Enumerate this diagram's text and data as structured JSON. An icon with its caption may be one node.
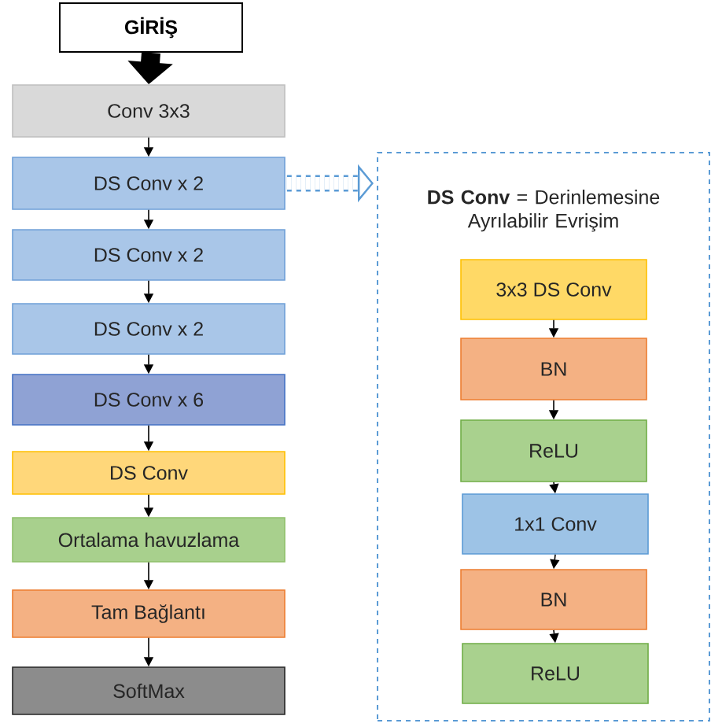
{
  "diagram": {
    "nodes": [
      {
        "text": [
          "GİRİŞ"
        ]
      },
      {
        "text": [
          "Conv 3x3"
        ]
      },
      {
        "text": [
          "DS Conv x 2"
        ]
      },
      {
        "text": [
          "DS Conv x 2"
        ]
      },
      {
        "text": [
          "DS Conv x 2"
        ]
      },
      {
        "text": [
          "DS Conv x 6"
        ]
      },
      {
        "text": [
          "DS Conv"
        ]
      },
      {
        "text": [
          "Ortalama havuzlama"
        ]
      },
      {
        "text": [
          "Tam Bağlantı"
        ]
      },
      {
        "text": [
          "SoftMax"
        ]
      },
      {
        "text": [
          "**DS Conv** = Derinlemesine Ayrılabilir Evrişim"
        ]
      },
      {
        "text": [
          "3x3 DS Conv"
        ],
        "in": 10
      },
      {
        "text": [
          "BN"
        ],
        "in": 10
      },
      {
        "text": [
          "ReLU"
        ],
        "in": 10
      },
      {
        "text": [
          "1x1 Conv"
        ],
        "in": 10
      },
      {
        "text": [
          "BN"
        ],
        "in": 10
      },
      {
        "text": [
          "ReLU"
        ],
        "in": 10
      }
    ],
    "edges": [
      {
        "from": 0,
        "to": 1,
        "arrow": "to",
        "style": "thick"
      },
      {
        "from": 1,
        "to": 2,
        "arrow": "to"
      },
      {
        "from": 2,
        "to": 3,
        "arrow": "to"
      },
      {
        "from": 3,
        "to": 4,
        "arrow": "to"
      },
      {
        "from": 4,
        "to": 5,
        "arrow": "to"
      },
      {
        "from": 5,
        "to": 6,
        "arrow": "to"
      },
      {
        "from": 6,
        "to": 7,
        "arrow": "to"
      },
      {
        "from": 7,
        "to": 8,
        "arrow": "to"
      },
      {
        "from": 8,
        "to": 9,
        "arrow": "to"
      },
      {
        "from": 2,
        "to": 10,
        "arrow": "to",
        "style": "dashed",
        "color": "#5b9bd5"
      },
      {
        "from": 11,
        "to": 12,
        "arrow": "to"
      },
      {
        "from": 12,
        "to": 13,
        "arrow": "to"
      },
      {
        "from": 13,
        "to": 14,
        "arrow": "to"
      },
      {
        "from": 14,
        "to": 15,
        "arrow": "to"
      },
      {
        "from": 15,
        "to": 16,
        "arrow": "to"
      }
    ]
  }
}
